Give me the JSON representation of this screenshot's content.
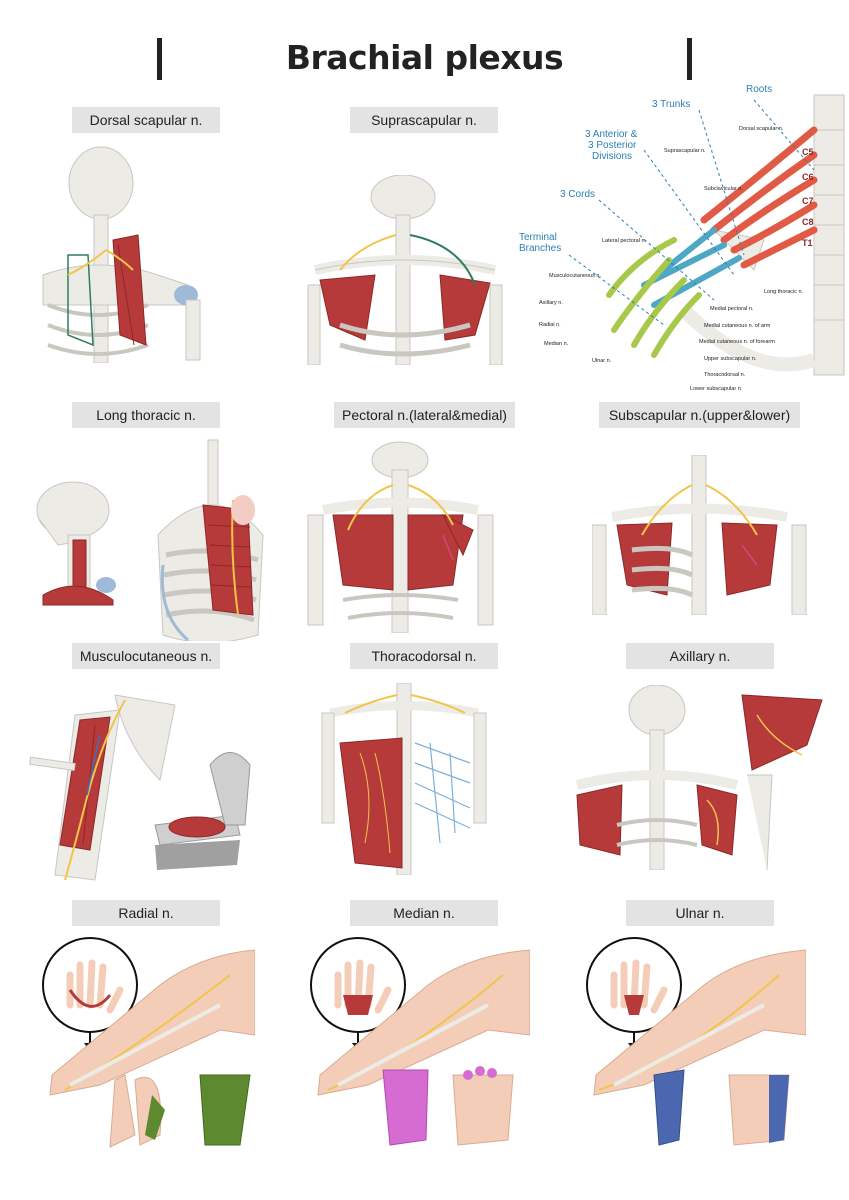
{
  "page": {
    "title": "Brachial plexus"
  },
  "panels": [
    {
      "label": "Dorsal scapular n."
    },
    {
      "label": "Suprascapular n."
    },
    {
      "label": "Long thoracic n."
    },
    {
      "label": "Pectoral n.(lateral&medial)"
    },
    {
      "label": "Subscapular n.(upper&lower)"
    },
    {
      "label": "Musculocutaneous n."
    },
    {
      "label": "Thoracodorsal n."
    },
    {
      "label": "Axillary n."
    },
    {
      "label": "Radial n."
    },
    {
      "label": "Median n."
    },
    {
      "label": "Ulnar n."
    }
  ],
  "plexus_diagram": {
    "section_labels": {
      "roots": "Roots",
      "trunks": "3 Trunks",
      "divisions_1": "3 Anterior &",
      "divisions_2": "3 Posterior",
      "divisions_3": "Divisions",
      "cords": "3 Cords",
      "terminal_1": "Terminal",
      "terminal_2": "Branches"
    },
    "root_labels": [
      "C5",
      "C6",
      "C7",
      "C8",
      "T1"
    ],
    "nerve_labels": {
      "dorsal_scapular": "Dorsal scapular n.",
      "suprascapular": "Suprascapular n.",
      "subclavicular": "Subclavicular n.",
      "lateral_pectoral": "Lateral pectoral n.",
      "musculocutaneous": "Musculocutaneous n.",
      "axillary": "Axillary n.",
      "radial": "Radial n.",
      "median": "Median n.",
      "ulnar": "Ulnar n.",
      "long_thoracic": "Long thoracic n.",
      "medial_pectoral": "Medial pectoral n.",
      "med_cut_arm": "Medial cutaneous n. of arm",
      "med_cut_forearm": "Medial cutaneous n. of forearm",
      "upper_subscapular": "Upper subscapular n.",
      "thoracodorsal": "Thoracodorsal n.",
      "lower_subscapular": "Lower subscapular n."
    }
  },
  "colors": {
    "bone": "#ecebe6",
    "bone_shadow": "#c9c7c0",
    "muscle": "#b63a3a",
    "muscle_dark": "#8e2727",
    "nerve_yellow": "#f1c54a",
    "nerve_green": "#2e7d5b",
    "diagram_blue": "#2a7fb5",
    "trunk_red": "#e05a45",
    "cord_green": "#a8c84a",
    "division_teal": "#4ea7c4",
    "skin": "#f4cdb8",
    "radial_zone": "#5d8a2e",
    "median_zone": "#d66bd1",
    "ulnar_zone": "#4a67b0",
    "label_bg": "#e3e3e3"
  }
}
